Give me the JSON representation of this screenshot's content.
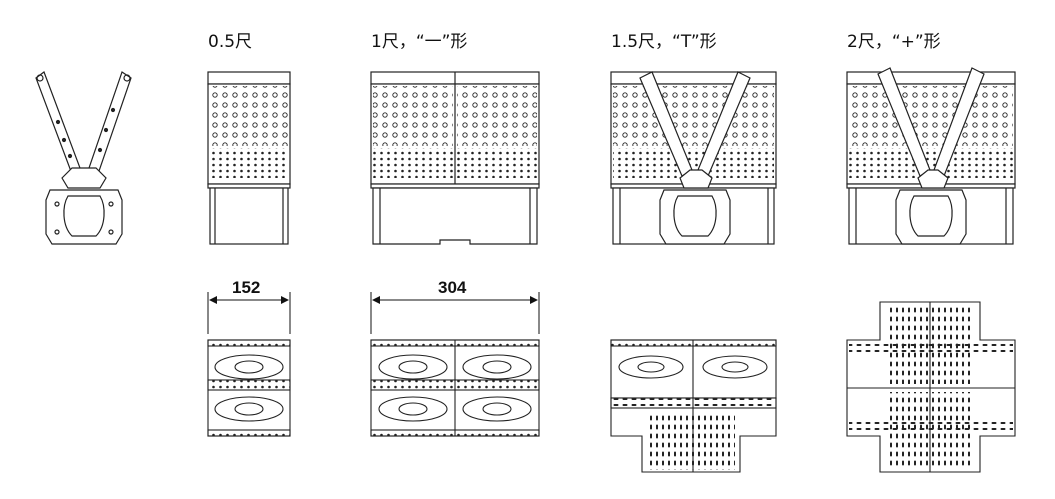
{
  "labels": {
    "half": "0.5尺",
    "one": "1尺，“一”形",
    "one_half": "1.5尺，“T”形",
    "two": "2尺，“+”形"
  },
  "dimensions": {
    "half_width": "152",
    "one_width": "304"
  }
}
